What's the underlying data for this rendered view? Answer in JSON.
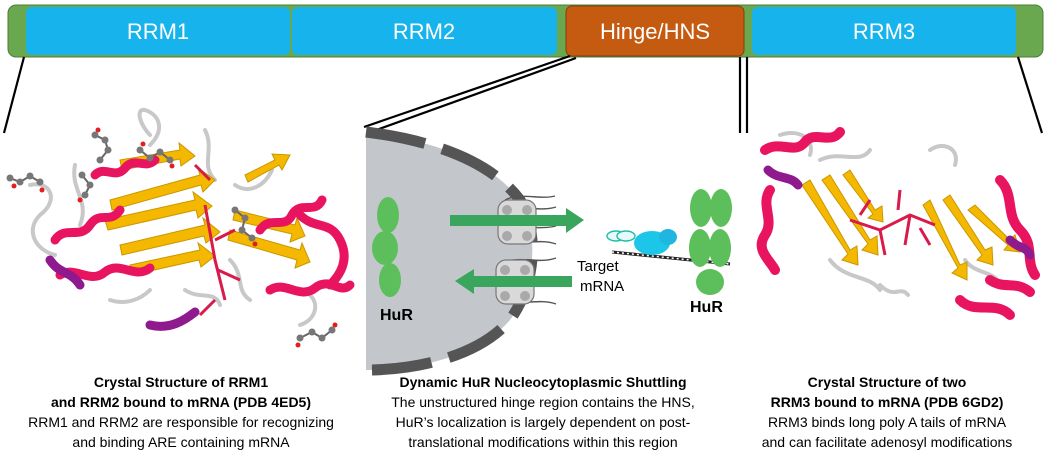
{
  "domain_bar": {
    "segments": [
      {
        "label": "RRM1",
        "color": "#16b3ec"
      },
      {
        "label": "RRM2",
        "color": "#16b3ec"
      },
      {
        "label": "Hinge/HNS",
        "color": "#c55a11"
      },
      {
        "label": "RRM3",
        "color": "#16b3ec"
      }
    ],
    "linker_color": "#6aa84f"
  },
  "panel_center": {
    "hur_left": "HuR",
    "hur_right": "HuR",
    "target_label_line1": "Target",
    "target_label_line2": "mRNA"
  },
  "captions": {
    "left": {
      "title_line1": "Crystal Structure of RRM1",
      "title_line2": "and RRM2 bound to mRNA (PDB 4ED5)",
      "desc_line1": "RRM1 and RRM2 are responsible for recognizing",
      "desc_line2": "and binding ARE containing mRNA"
    },
    "center": {
      "title_line1": "Dynamic HuR Nucleocytoplasmic Shuttling",
      "desc_line1": "The unstructured hinge region contains the HNS,",
      "desc_line2": "HuR’s localization is largely dependent on post-",
      "desc_line3": "translational modifications within this region"
    },
    "right": {
      "title_line1": "Crystal Structure of two",
      "title_line2": "RRM3 bound to mRNA (PDB 6GD2)",
      "desc_line1": "RRM3 binds long poly A tails of mRNA",
      "desc_line2": "and can facilitate adenosyl modifications"
    }
  },
  "colors": {
    "helix": "#e8145f",
    "sheet": "#f5b800",
    "loop": "#c8c8c8",
    "rna": "#d81b4a",
    "hur": "#5cbf5c",
    "arrow": "#3aa55c",
    "nucleus": "#c3c7cc"
  }
}
